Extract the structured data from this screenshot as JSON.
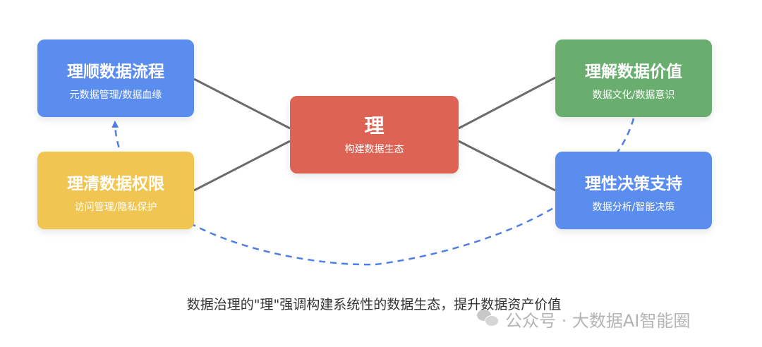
{
  "center": {
    "title": "理",
    "subtitle": "构建数据生态"
  },
  "nodes": {
    "top_left": {
      "title": "理顺数据流程",
      "subtitle": "元数据管理/数据血缘"
    },
    "bottom_left": {
      "title": "理清数据权限",
      "subtitle": "访问管理/隐私保护"
    },
    "top_right": {
      "title": "理解数据价值",
      "subtitle": "数据文化/数据意识"
    },
    "bottom_right": {
      "title": "理性决策支持",
      "subtitle": "数据分析/智能决策"
    }
  },
  "caption": "数据治理的\"理\"强调构建系统性的数据生态，提升数据资产价值",
  "watermark": "公众号 · 大数据AI智能圈",
  "colors": {
    "blue": "#5b8def",
    "yellow": "#f1c552",
    "green": "#6aae6f",
    "red": "#dd6354",
    "connector": "#6b6b6b",
    "dashed_arrow": "#4f7ee6"
  },
  "icons": {
    "watermark": "wechat-icon"
  }
}
